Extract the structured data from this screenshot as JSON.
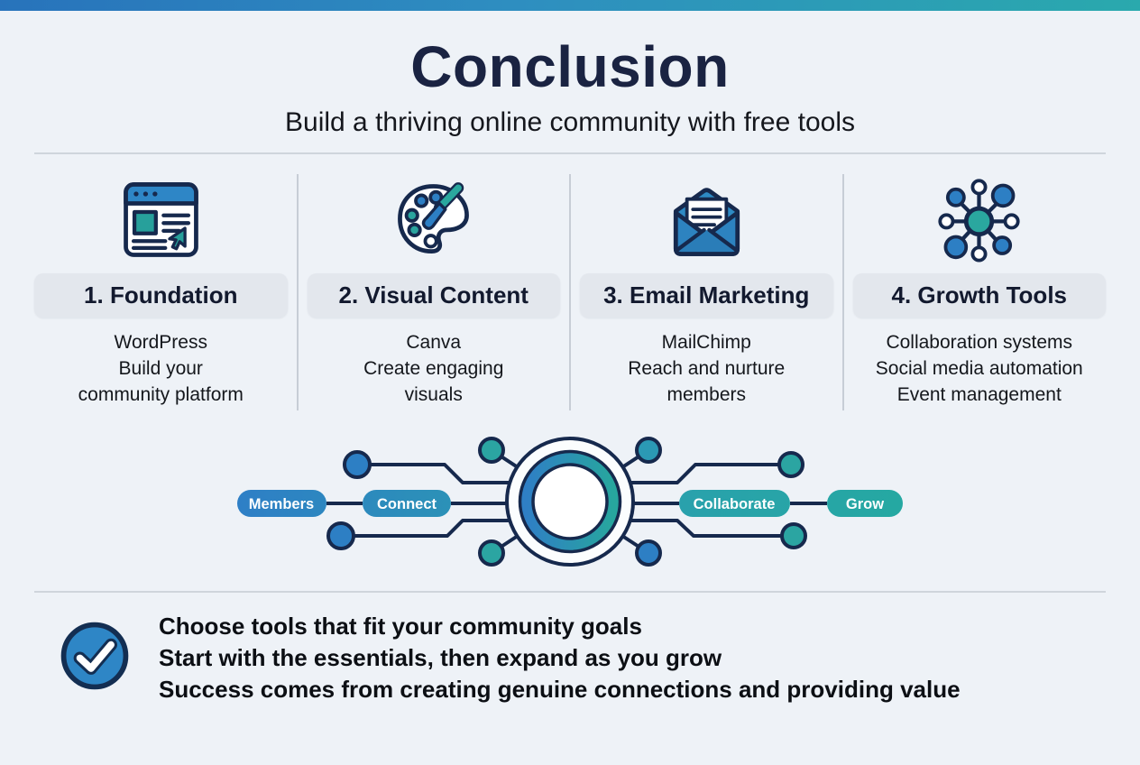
{
  "header": {
    "title": "Conclusion",
    "subtitle": "Build a thriving online community with free tools"
  },
  "columns": [
    {
      "title": "1. Foundation",
      "icon": "browser-window-icon",
      "lines": [
        "WordPress",
        "Build your",
        "community platform"
      ]
    },
    {
      "title": "2. Visual Content",
      "icon": "palette-icon",
      "lines": [
        "Canva",
        "Create engaging",
        "visuals"
      ]
    },
    {
      "title": "3. Email Marketing",
      "icon": "email-icon",
      "lines": [
        "MailChimp",
        "Reach and nurture",
        "members"
      ]
    },
    {
      "title": "4. Growth Tools",
      "icon": "network-icon",
      "lines": [
        "Collaboration systems",
        "Social media automation",
        "Event management"
      ]
    }
  ],
  "flow_diagram": {
    "pills": [
      {
        "label": "Members"
      },
      {
        "label": "Connect"
      },
      {
        "label": "Collaborate"
      },
      {
        "label": "Grow"
      }
    ]
  },
  "takeaways": {
    "icon": "checkmark-icon",
    "lines": [
      "Choose tools that fit your community goals",
      "Start with the essentials, then expand as you grow",
      "Success comes from creating genuine connections and providing value"
    ]
  },
  "colors": {
    "accent_blue": "#2d7fc4",
    "accent_teal": "#2aa79f",
    "navy_outline": "#16294d",
    "topbar_gradient_start": "#2873bb",
    "topbar_gradient_end": "#2aa9ad",
    "background": "#eef2f7",
    "badge_background": "#e3e7ed"
  }
}
